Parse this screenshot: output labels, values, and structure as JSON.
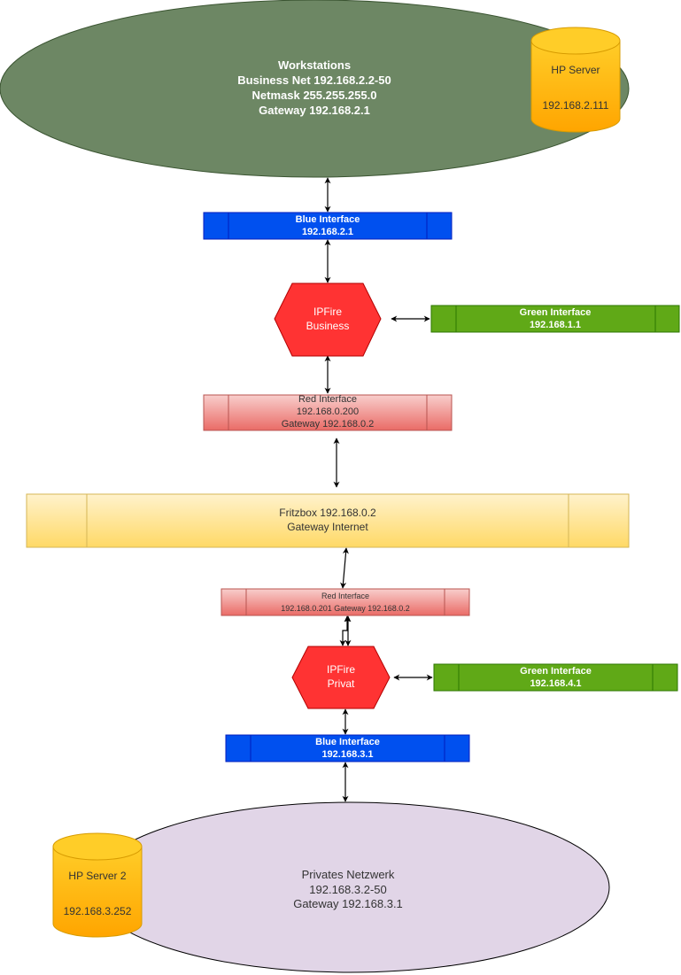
{
  "colors": {
    "workstations_fill": "#6d8764",
    "blue_interface": "#0050ef",
    "green_interface": "#60a917",
    "red_interface_light": "#f8cecc",
    "red_interface_dark": "#ea6b66",
    "ipfire": "#ff3333",
    "fritzbox_light": "#fff2cc",
    "fritzbox_dark": "#ffd966",
    "server_light": "#ffcd28",
    "server_dark": "#ffa500",
    "privates_fill": "#e1d5e7"
  },
  "workstations": {
    "title": "Workstations",
    "line1": "Business Net 192.168.2.2-50",
    "line2": "Netmask 255.255.255.0",
    "line3": "Gateway 192.168.2.1"
  },
  "hp_server": {
    "name": "HP Server",
    "ip": "192.168.2.111"
  },
  "blue_interface_1": {
    "title": "Blue Interface",
    "ip": "192.168.2.1"
  },
  "ipfire_business": {
    "line1": "IPFire",
    "line2": "Business"
  },
  "green_interface_1": {
    "title": "Green Interface",
    "ip": "192.168.1.1"
  },
  "red_interface_1": {
    "title": "Red Interface",
    "ip": "192.168.0.200",
    "gateway": "Gateway 192.168.0.2"
  },
  "fritzbox": {
    "line1": "Fritzbox 192.168.0.2",
    "line2": "Gateway Internet"
  },
  "red_interface_2": {
    "title": "Red Interface",
    "line2": "192.168.0.201 Gateway 192.168.0.2"
  },
  "ipfire_privat": {
    "line1": "IPFire",
    "line2": "Privat"
  },
  "green_interface_2": {
    "title": "Green Interface",
    "ip": "192.168.4.1"
  },
  "blue_interface_2": {
    "title": "Blue Interface",
    "ip": "192.168.3.1"
  },
  "privates_netzwerk": {
    "title": "Privates Netzwerk",
    "line1": "192.168.3.2-50",
    "line2": "Gateway 192.168.3.1"
  },
  "hp_server_2": {
    "name": "HP Server 2",
    "ip": "192.168.3.252"
  }
}
